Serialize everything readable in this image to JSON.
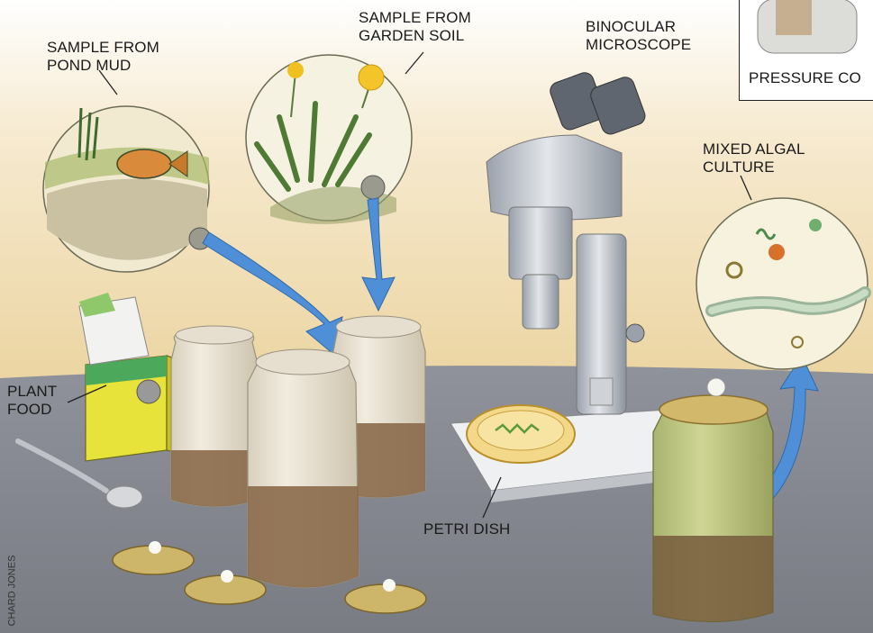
{
  "labels": {
    "pond_mud": [
      "SAMPLE FROM",
      "POND MUD"
    ],
    "garden_soil": [
      "SAMPLE FROM",
      "GARDEN SOIL"
    ],
    "microscope": [
      "BINOCULAR",
      "MICROSCOPE"
    ],
    "algal_culture": [
      "MIXED ALGAL",
      "CULTURE"
    ],
    "plant_food": [
      "PLANT",
      "FOOD"
    ],
    "petri_dish": [
      "PETRI DISH"
    ],
    "pressure_cooker": "PRESSURE CO"
  },
  "credit": "CHARD JONES",
  "colors": {
    "bench": "#8b8d96",
    "wall": "#f3e4bd",
    "arrow": "#4f8fd8",
    "glass": "#ebe4d3",
    "soil": "#8a6a4a",
    "lid": "#cdb56a"
  }
}
